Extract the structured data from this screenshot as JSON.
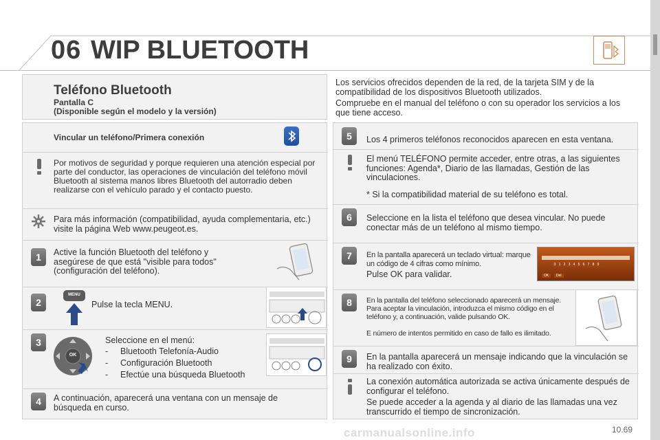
{
  "header": {
    "chapter_number": "06",
    "chapter_title": "WIP BLUETOOTH",
    "icon": "phone-bluetooth-icon"
  },
  "left": {
    "section_title": "Teléfono Bluetooth",
    "section_subtitle_1": "Pantalla C",
    "section_subtitle_2": "(Disponible según el modelo y la versión)",
    "pairing_title": "Vincular un teléfono/Primera conexión",
    "warning_text": "Por motivos de seguridad y porque requieren una atención especial por parte del conductor, las operaciones de vinculación del teléfono móvil Bluetooth al sistema manos libres Bluetooth del autorradio deben realizarse con el vehículo parado y el contacto puesto.",
    "info_text": "Para más información (compatibilidad, ayuda complementaria, etc.) visite la página Web www.peugeot.es.",
    "step1_text": "Active la función Bluetooth del teléfono y asegúrese de que está \"visible para todos\" (configuración del teléfono).",
    "step2_text": "Pulse la tecla MENU.",
    "step2_key_label": "MENU",
    "step3_intro": "Seleccione en el menú:",
    "step3_items": [
      "Bluetooth Telefonía-Audio",
      "Configuración Bluetooth",
      "Efectúe una búsqueda Bluetooth"
    ],
    "step3_ok_label": "OK",
    "step4_text": "A continuación, aparecerá una ventana con un mensaje de búsqueda en curso."
  },
  "right": {
    "top_note_1": "Los servicios ofrecidos dependen de la red, de la tarjeta SIM y de la compatibilidad de los dispositivos Bluetooth utilizados.",
    "top_note_2": "Compruebe en el manual del teléfono o con su operador los servicios a los que tiene acceso.",
    "step5_text": "Los 4 primeros teléfonos reconocidos aparecen en esta ventana.",
    "warn2_text": "El menú TELÉFONO permite acceder, entre otras, a las siguientes funciones: Agenda*, Diario de las llamadas, Gestión de las vinculaciones.",
    "warn2_footnote": "* Si la compatibilidad material de su teléfono es total.",
    "step6_text": "Seleccione en la lista el teléfono que desea vincular. No puede conectar más de un teléfono al mismo tiempo.",
    "step7_text_1": "En la pantalla aparecerá un teclado virtual: marque un código de 4 cifras como mínimo.",
    "step7_text_2": "Pulse OK para validar.",
    "keypad_digits": [
      "0",
      "1",
      "2",
      "3",
      "4",
      "5",
      "6",
      "7",
      "8",
      "9"
    ],
    "keypad_ok": "OK",
    "keypad_del": "Del",
    "step8_text_1": "En la pantalla del teléfono seleccionado aparecerá un mensaje. Para aceptar la vinculación, introduzca el mismo código en el teléfono y, a continuación, valide pulsando OK.",
    "step8_text_2": "E número de intentos permitido en caso de fallo es ilimitado.",
    "step9_text": "En la pantalla aparecerá un mensaje indicando que la vinculación se ha realizado con éxito.",
    "info2_text_1": "La conexión automática autorizada se activa únicamente después de configurar el teléfono.",
    "info2_text_2": "Se puede acceder a la agenda y al diario de las llamadas una vez transcurrido el tiempo de sincronización."
  },
  "badges": {
    "s1": "1",
    "s2": "2",
    "s3": "3",
    "s4": "4",
    "s5": "5",
    "s6": "6",
    "s7": "7",
    "s8": "8",
    "s9": "9"
  },
  "footer": {
    "page": "10.69",
    "watermark": "carmanualsonline.info"
  },
  "colors": {
    "accent_orange": "#d48a5a",
    "bluetooth_blue": "#1f4fa0",
    "panel_bg": "#f2f2f2",
    "keypad_orange": "#c25a1c"
  }
}
